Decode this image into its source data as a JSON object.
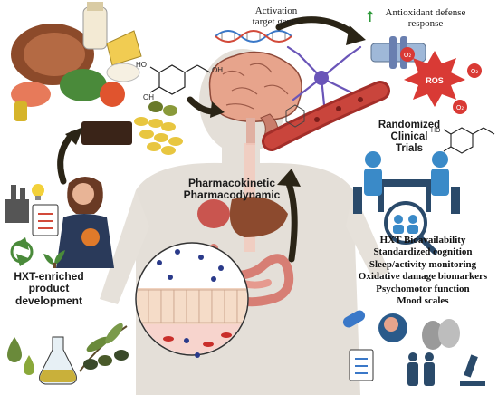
{
  "labels": {
    "activation_line1": "Activation",
    "activation_line2": "target genes",
    "antioxidant_arrow": "↑",
    "antioxidant_line1": "Antioxidant defense",
    "antioxidant_line2": "response",
    "ros": "ROS",
    "o2_symbol": "O₂",
    "rct_line1": "Randomized",
    "rct_line2": "Clinical",
    "rct_line3": "Trials",
    "pk_line1": "Pharmacokinetic",
    "pk_line2": "Pharmacodynamic",
    "hxt_line1": "HXT-enriched",
    "hxt_line2": "product",
    "hxt_line3": "development",
    "oh": "OH",
    "ho": "HO"
  },
  "outcomes": [
    "HXT Bioavailability",
    "Standardized cognition",
    "Sleep/activity monitoring",
    "Oxidative damage biomarkers",
    "Psychomotor function",
    "Mood scales"
  ],
  "colors": {
    "arrow": "#2a2416",
    "brain": "#e7a48c",
    "ros": "#d93a35",
    "body": "#e2ddd6",
    "vessel": "#b8332c",
    "neuron": "#6a55b8",
    "antioxidant_arrow": "#2e9a3a"
  }
}
